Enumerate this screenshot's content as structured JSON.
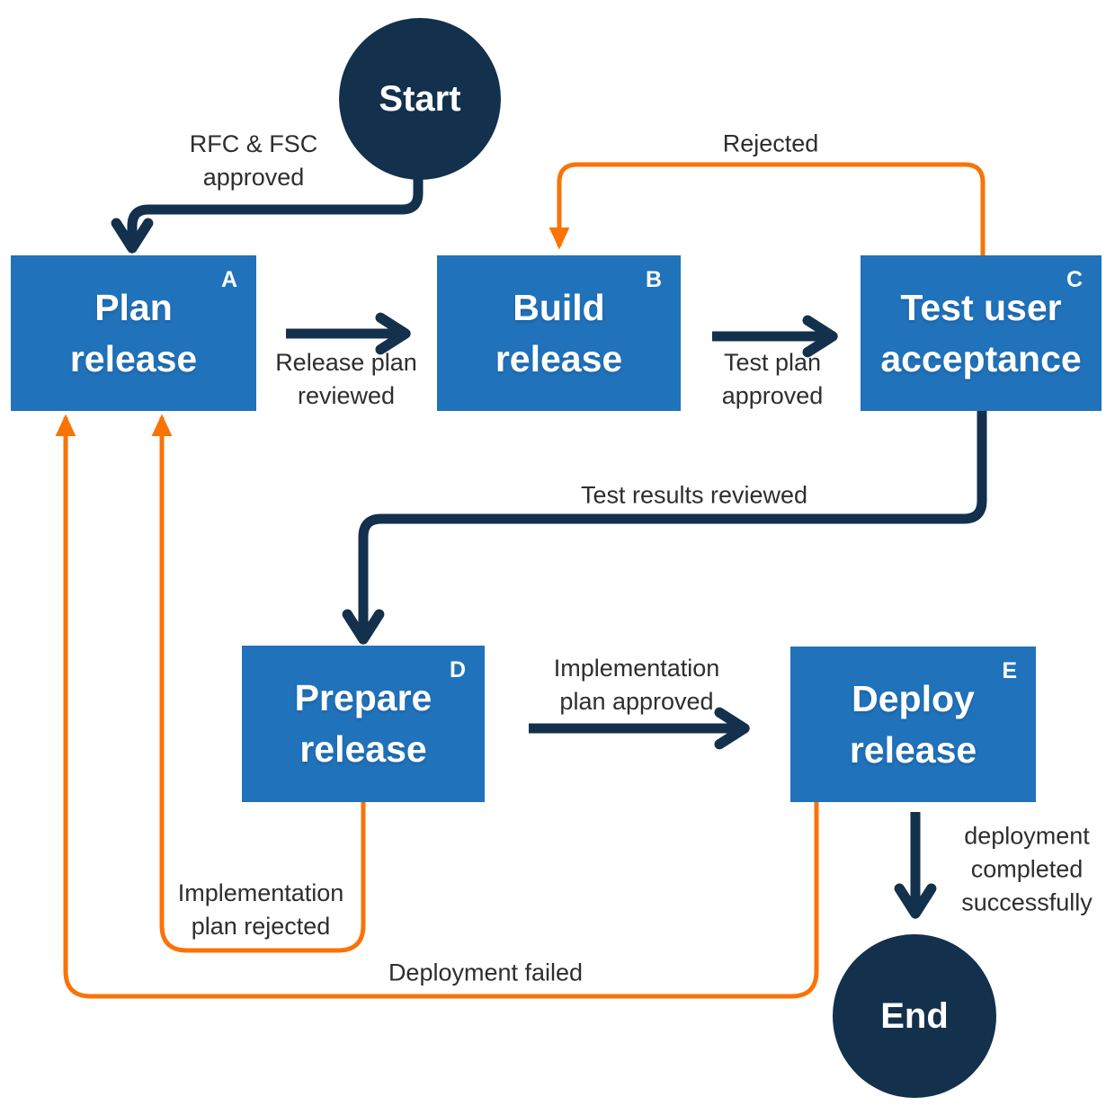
{
  "palette": {
    "box_blue": "#2072bb",
    "navy": "#13304d",
    "orange": "#f97307",
    "label_text": "#2e2e2e",
    "node_text": "#ffffff"
  },
  "nodes": {
    "start": {
      "label": "Start"
    },
    "end": {
      "label": "End"
    },
    "plan": {
      "label": "Plan\nrelease",
      "letter": "A"
    },
    "build": {
      "label": "Build\nrelease",
      "letter": "B"
    },
    "test": {
      "label": "Test user\nacceptance",
      "letter": "C"
    },
    "prepare": {
      "label": "Prepare\nrelease",
      "letter": "D"
    },
    "deploy": {
      "label": "Deploy\nrelease",
      "letter": "E"
    }
  },
  "edge_labels": {
    "rfc_fsc_approved": "RFC & FSC\napproved",
    "release_plan_reviewed": "Release plan\nreviewed",
    "test_plan_approved": "Test plan\napproved",
    "rejected": "Rejected",
    "test_results_reviewed": "Test results reviewed",
    "implementation_plan_approved": "Implementation\nplan approved",
    "implementation_plan_rejected": "Implementation\nplan rejected",
    "deployment_failed": "Deployment failed",
    "deployment_completed_successfully": "deployment\ncompleted\nsuccessfully"
  }
}
